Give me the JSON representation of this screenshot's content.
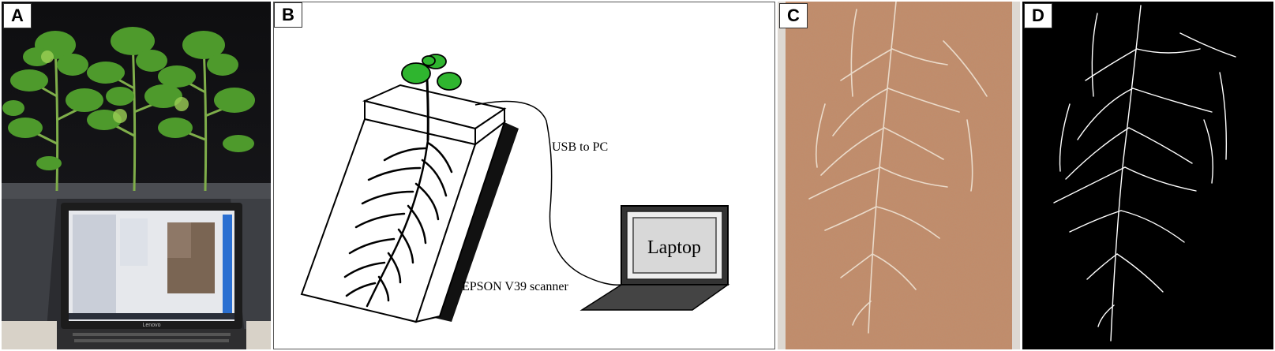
{
  "panels": {
    "a": {
      "label": "A",
      "laptop_brand": "Lenovo"
    },
    "b": {
      "label": "B",
      "usb_label": "USB to PC",
      "scanner_label": "EPSON V39 scanner",
      "laptop_label": "Laptop"
    },
    "c": {
      "label": "C"
    },
    "d": {
      "label": "D"
    }
  },
  "colors": {
    "leaf_green": "#2fb52f",
    "soil": "#c28b68",
    "root_light": "#efe3d4",
    "scanner_black": "#111111",
    "laptop_screen": "#d8d8d8"
  }
}
